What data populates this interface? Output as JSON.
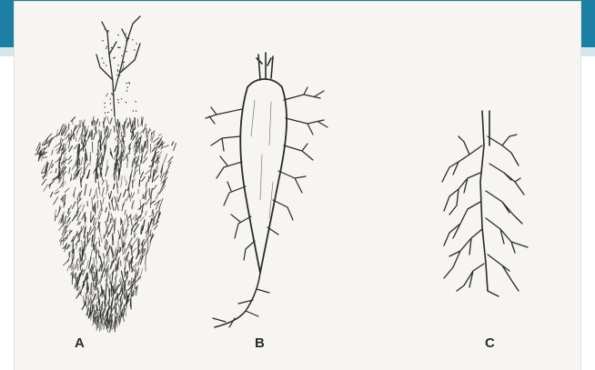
{
  "figure": {
    "labels": {
      "a": "A",
      "b": "B",
      "c": "C"
    },
    "colors": {
      "header_bar": "#1c7fa3",
      "background": "#f7f5f2",
      "ink": "#2a2a2a"
    }
  }
}
